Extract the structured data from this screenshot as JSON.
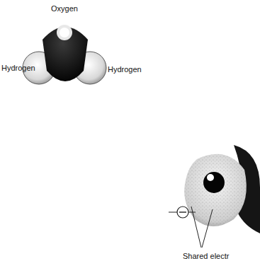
{
  "diagram": {
    "labels": [
      "Oxygen",
      "Hydrogen",
      "Hydrogen",
      "Shared electr"
    ]
  }
}
